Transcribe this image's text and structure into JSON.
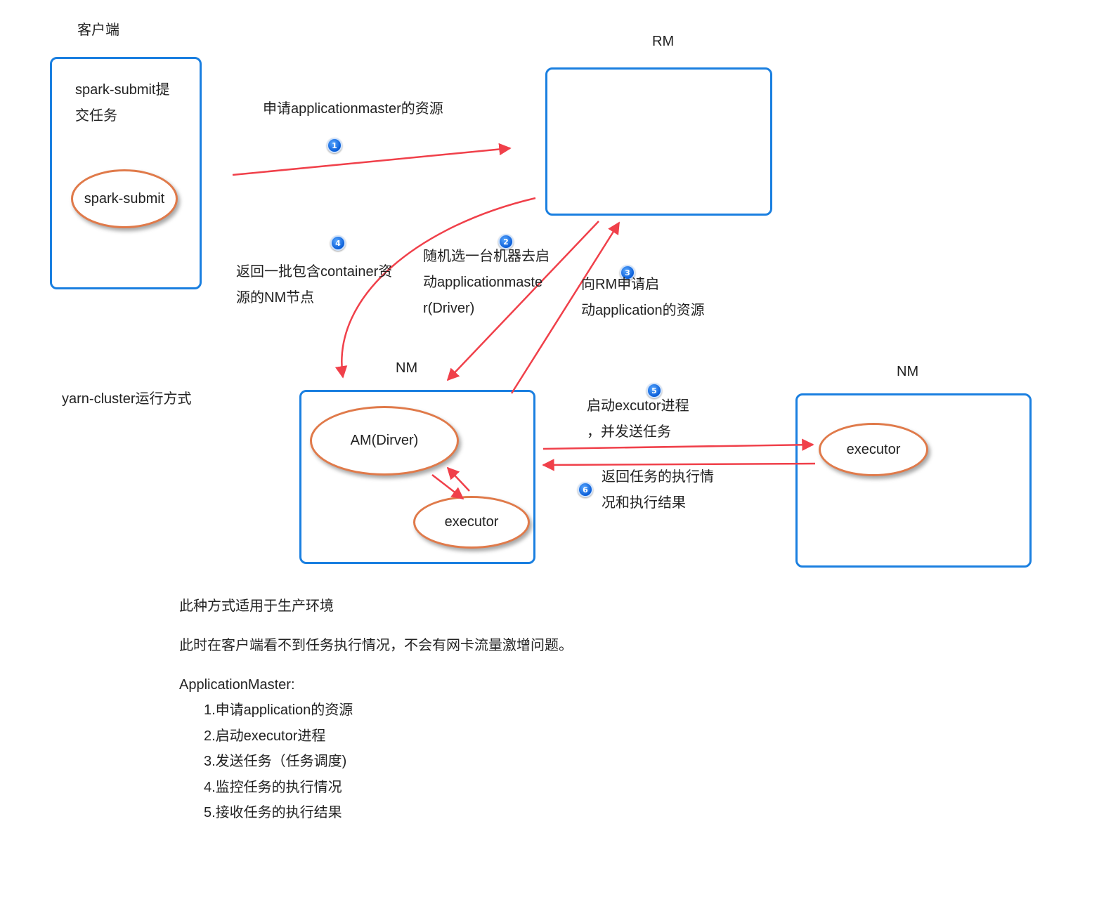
{
  "labels": {
    "client": "客户端",
    "rm": "RM",
    "nm_left": "NM",
    "nm_right": "NM",
    "mode": "yarn-cluster运行方式"
  },
  "client_box": {
    "text_line1": "spark-submit提",
    "text_line2": "交任务",
    "oval": "spark-submit"
  },
  "nm_left_box": {
    "am_oval": "AM(Dirver)",
    "executor_oval": "executor"
  },
  "nm_right_box": {
    "executor_oval": "executor"
  },
  "steps": [
    {
      "num": "1",
      "text": "申请applicationmaster的资源"
    },
    {
      "num": "2",
      "text_l1": "随机选一台机器去启",
      "text_l2": "动applicationmaste",
      "text_l3": "r(Driver)"
    },
    {
      "num": "3",
      "text_l1": "向RM申请启",
      "text_l2": "动application的资源"
    },
    {
      "num": "4",
      "text_l1": "返回一批包含container资",
      "text_l2": "源的NM节点"
    },
    {
      "num": "5",
      "text_l1": "启动excutor进程",
      "text_l2": "，并发送任务"
    },
    {
      "num": "6",
      "text_l1": "返回任务的执行情",
      "text_l2": "况和执行结果"
    }
  ],
  "notes": {
    "line1": "此种方式适用于生产环境",
    "line2": "此时在客户端看不到任务执行情况，不会有网卡流量激增问题。",
    "am_heading": "ApplicationMaster:",
    "am_items": [
      "1.申请application的资源",
      "2.启动executor进程",
      "3.发送任务（任务调度)",
      "4.监控任务的执行情况",
      "5.接收任务的执行结果"
    ]
  },
  "colors": {
    "box_border": "#1a7fe0",
    "oval_border": "#e07a4a",
    "arrow": "#f0404a",
    "badge": "#0a5ed8"
  }
}
